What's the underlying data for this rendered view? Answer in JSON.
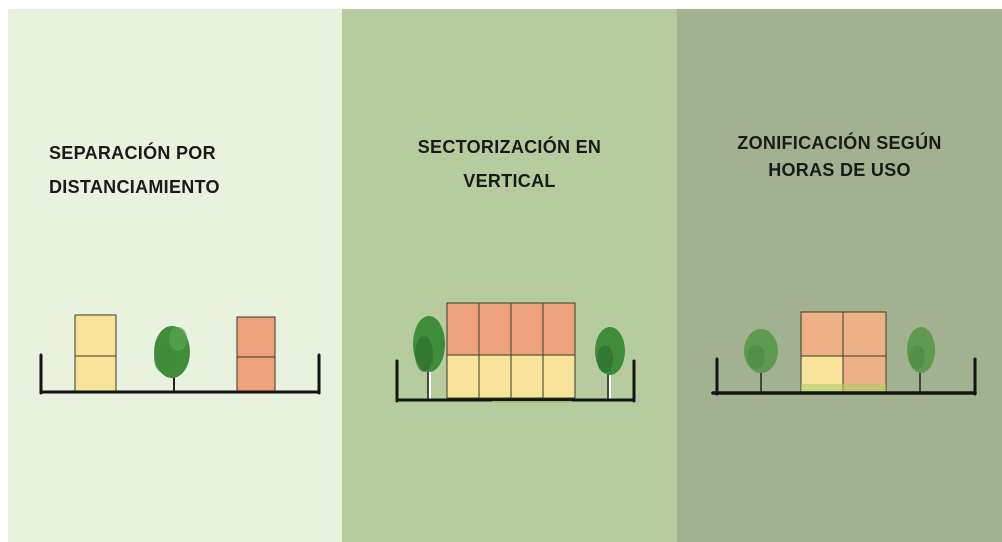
{
  "colors": {
    "panel_1": "#e8f2df",
    "panel_2": "#b6cc9e",
    "panel_3": "#a2b18f",
    "yellow_block": "#f7e39a",
    "orange_block": "#eda27d",
    "peach_block": "#eeb186",
    "tree_green": "#3f8c3a",
    "ground": "#141414"
  },
  "panels": [
    {
      "title_lines": [
        "SEPARACIÓN POR",
        "DISTANCIAMIENTO"
      ],
      "sketch": "two separate buildings with a tree between them"
    },
    {
      "title_lines": [
        "SECTORIZACIÓN EN",
        "VERTICAL"
      ],
      "sketch": "stacked building, yellow lower floor and orange upper floor, flanked by trees"
    },
    {
      "title_lines": [
        "ZONIFICACIÓN SEGÚN",
        "HORAS DE USO"
      ],
      "sketch": "small building with mixed-use cells flanked by trees"
    }
  ]
}
